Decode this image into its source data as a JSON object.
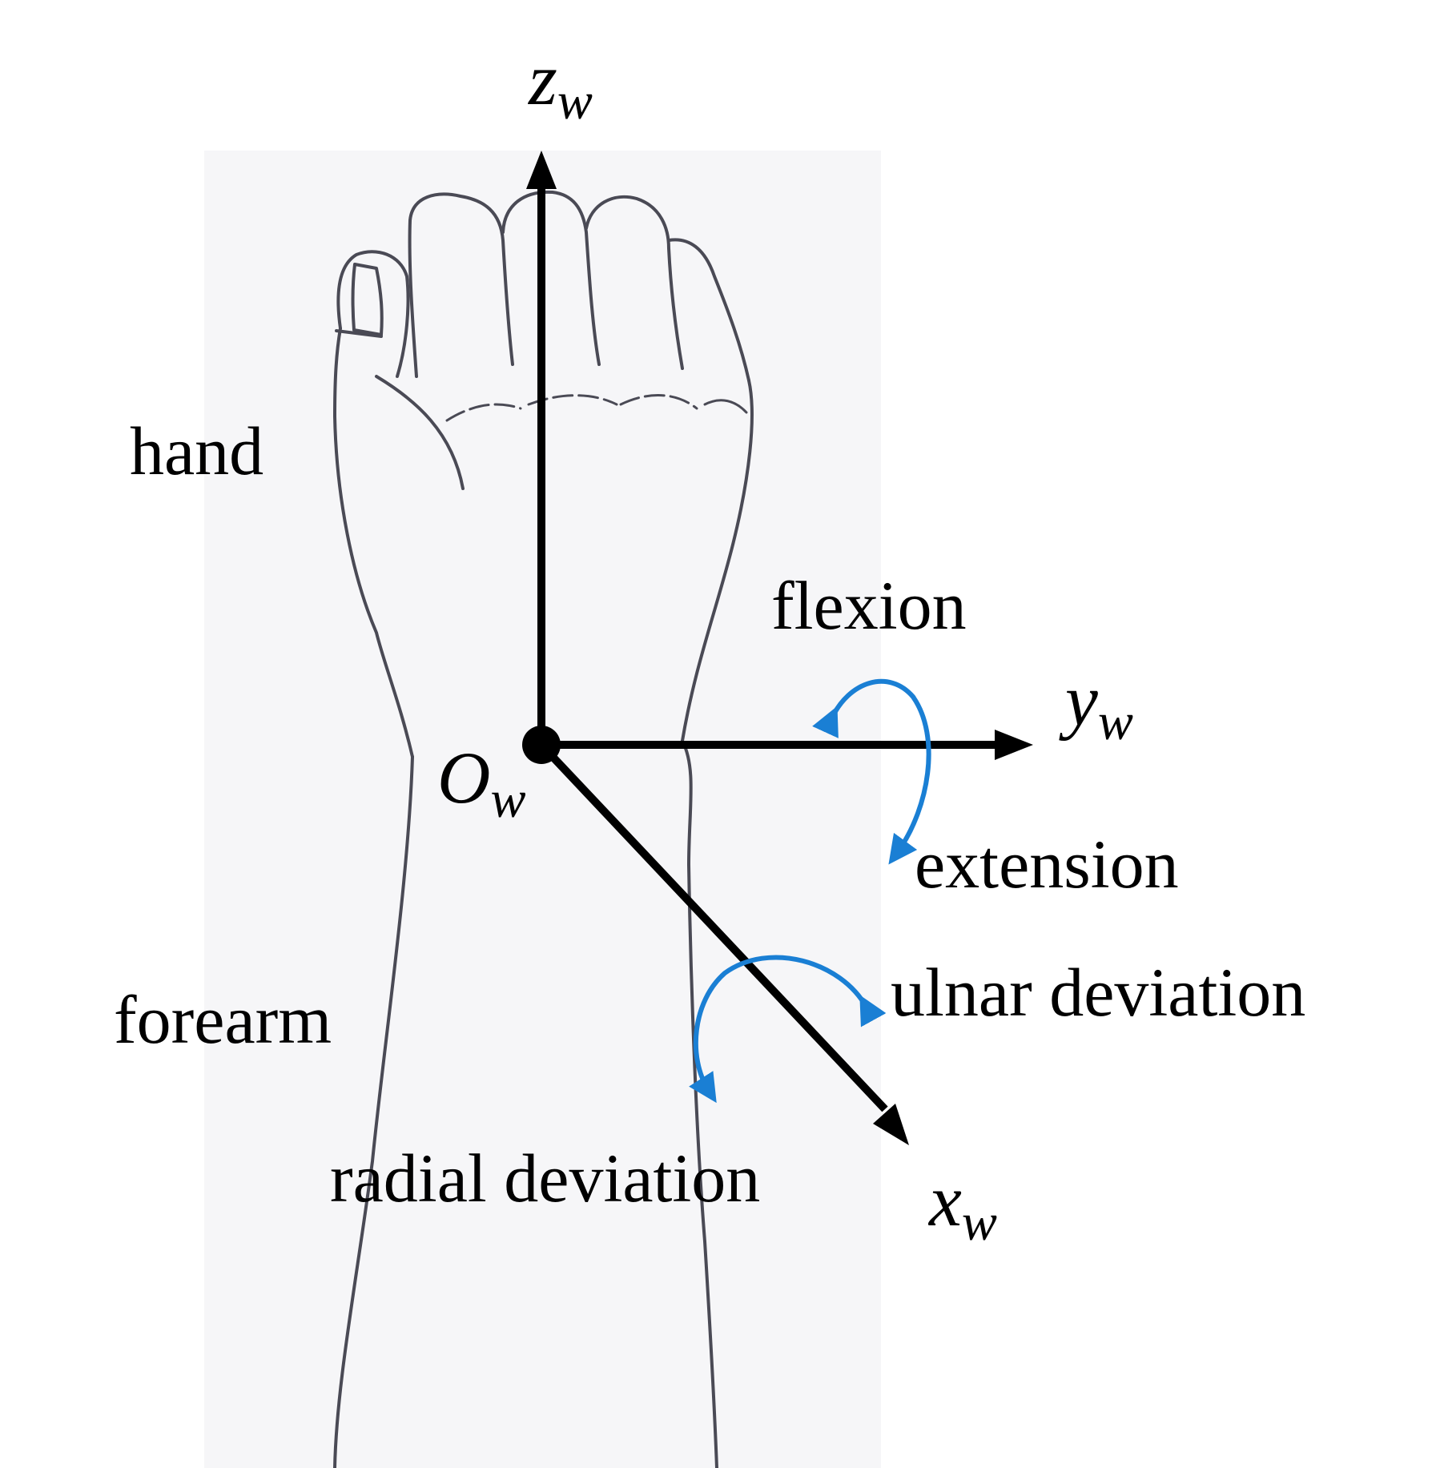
{
  "labels": {
    "hand": "hand",
    "forearm": "forearm",
    "flexion": "flexion",
    "extension": "extension",
    "ulnar_deviation": "ulnar deviation",
    "radial_deviation": "radial deviation"
  },
  "axes": {
    "z": {
      "letter": "z",
      "subscript": "w"
    },
    "y": {
      "letter": "y",
      "subscript": "w"
    },
    "x": {
      "letter": "x",
      "subscript": "w"
    },
    "origin": {
      "letter": "O",
      "subscript": "w"
    }
  },
  "colors": {
    "axis": "#000000",
    "rotation_arrow": "#1a7fd4",
    "sketch_line": "#4a4a55",
    "paper_background": "#f6f6f8"
  }
}
